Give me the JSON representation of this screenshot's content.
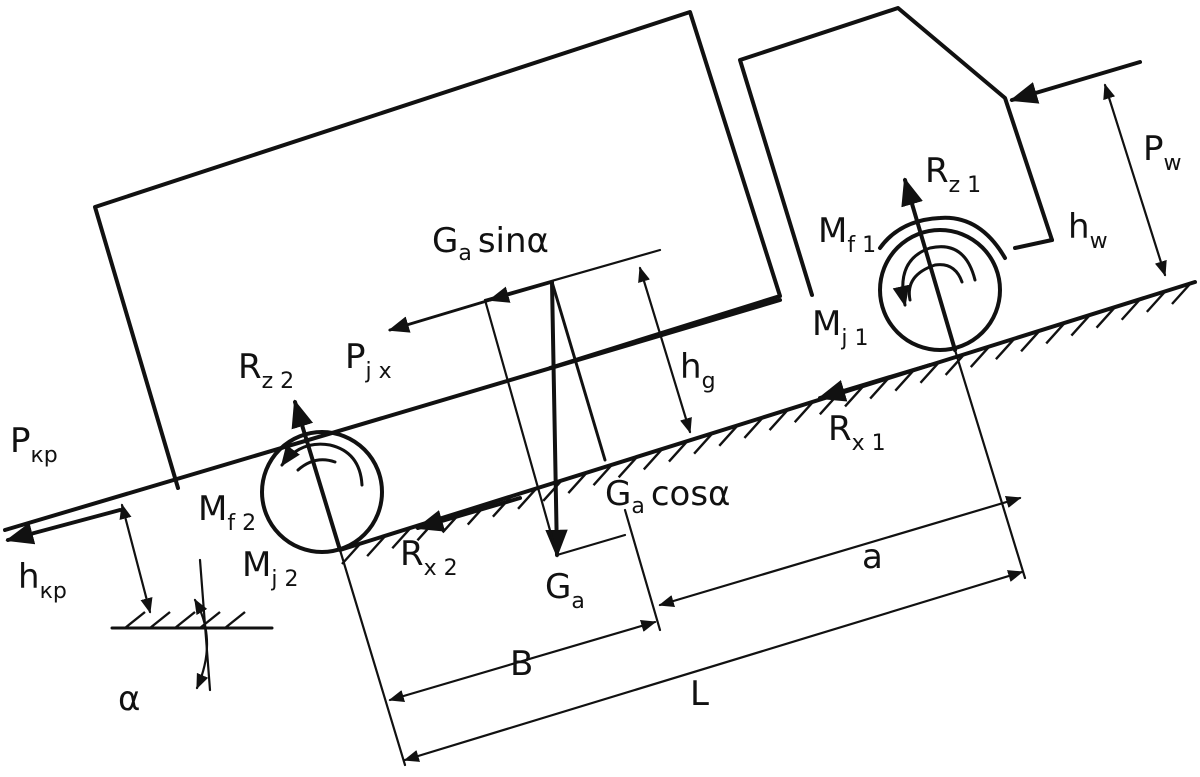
{
  "labels": {
    "p_kp": {
      "main": "P",
      "sub": "кр"
    },
    "h_kp": {
      "main": "h",
      "sub": "кр"
    },
    "alpha": {
      "main": "α"
    },
    "r_z2": {
      "main": "R",
      "sub": "z 2"
    },
    "p_jx": {
      "main": "P",
      "sub": "j x"
    },
    "m_f2": {
      "main": "M",
      "sub": "f 2"
    },
    "m_j2": {
      "main": "M",
      "sub": "j 2"
    },
    "r_x2": {
      "main": "R",
      "sub": "x 2"
    },
    "g_a": {
      "main": "G",
      "sub": "a"
    },
    "ga_sin": {
      "main": "G",
      "sub": "a",
      "tail": "sinα"
    },
    "ga_cos": {
      "main": "G",
      "sub": "a",
      "tail": "cosα"
    },
    "h_g": {
      "main": "h",
      "sub": "g"
    },
    "r_x1": {
      "main": "R",
      "sub": "x 1"
    },
    "r_z1": {
      "main": "R",
      "sub": "z 1"
    },
    "m_f1": {
      "main": "M",
      "sub": "f 1"
    },
    "m_j1": {
      "main": "M",
      "sub": "j 1"
    },
    "h_w": {
      "main": "h",
      "sub": "w"
    },
    "p_w": {
      "main": "P",
      "sub": "w"
    },
    "dim_a": {
      "main": "a"
    },
    "dim_b": {
      "main": "B"
    },
    "dim_l": {
      "main": "L"
    }
  }
}
